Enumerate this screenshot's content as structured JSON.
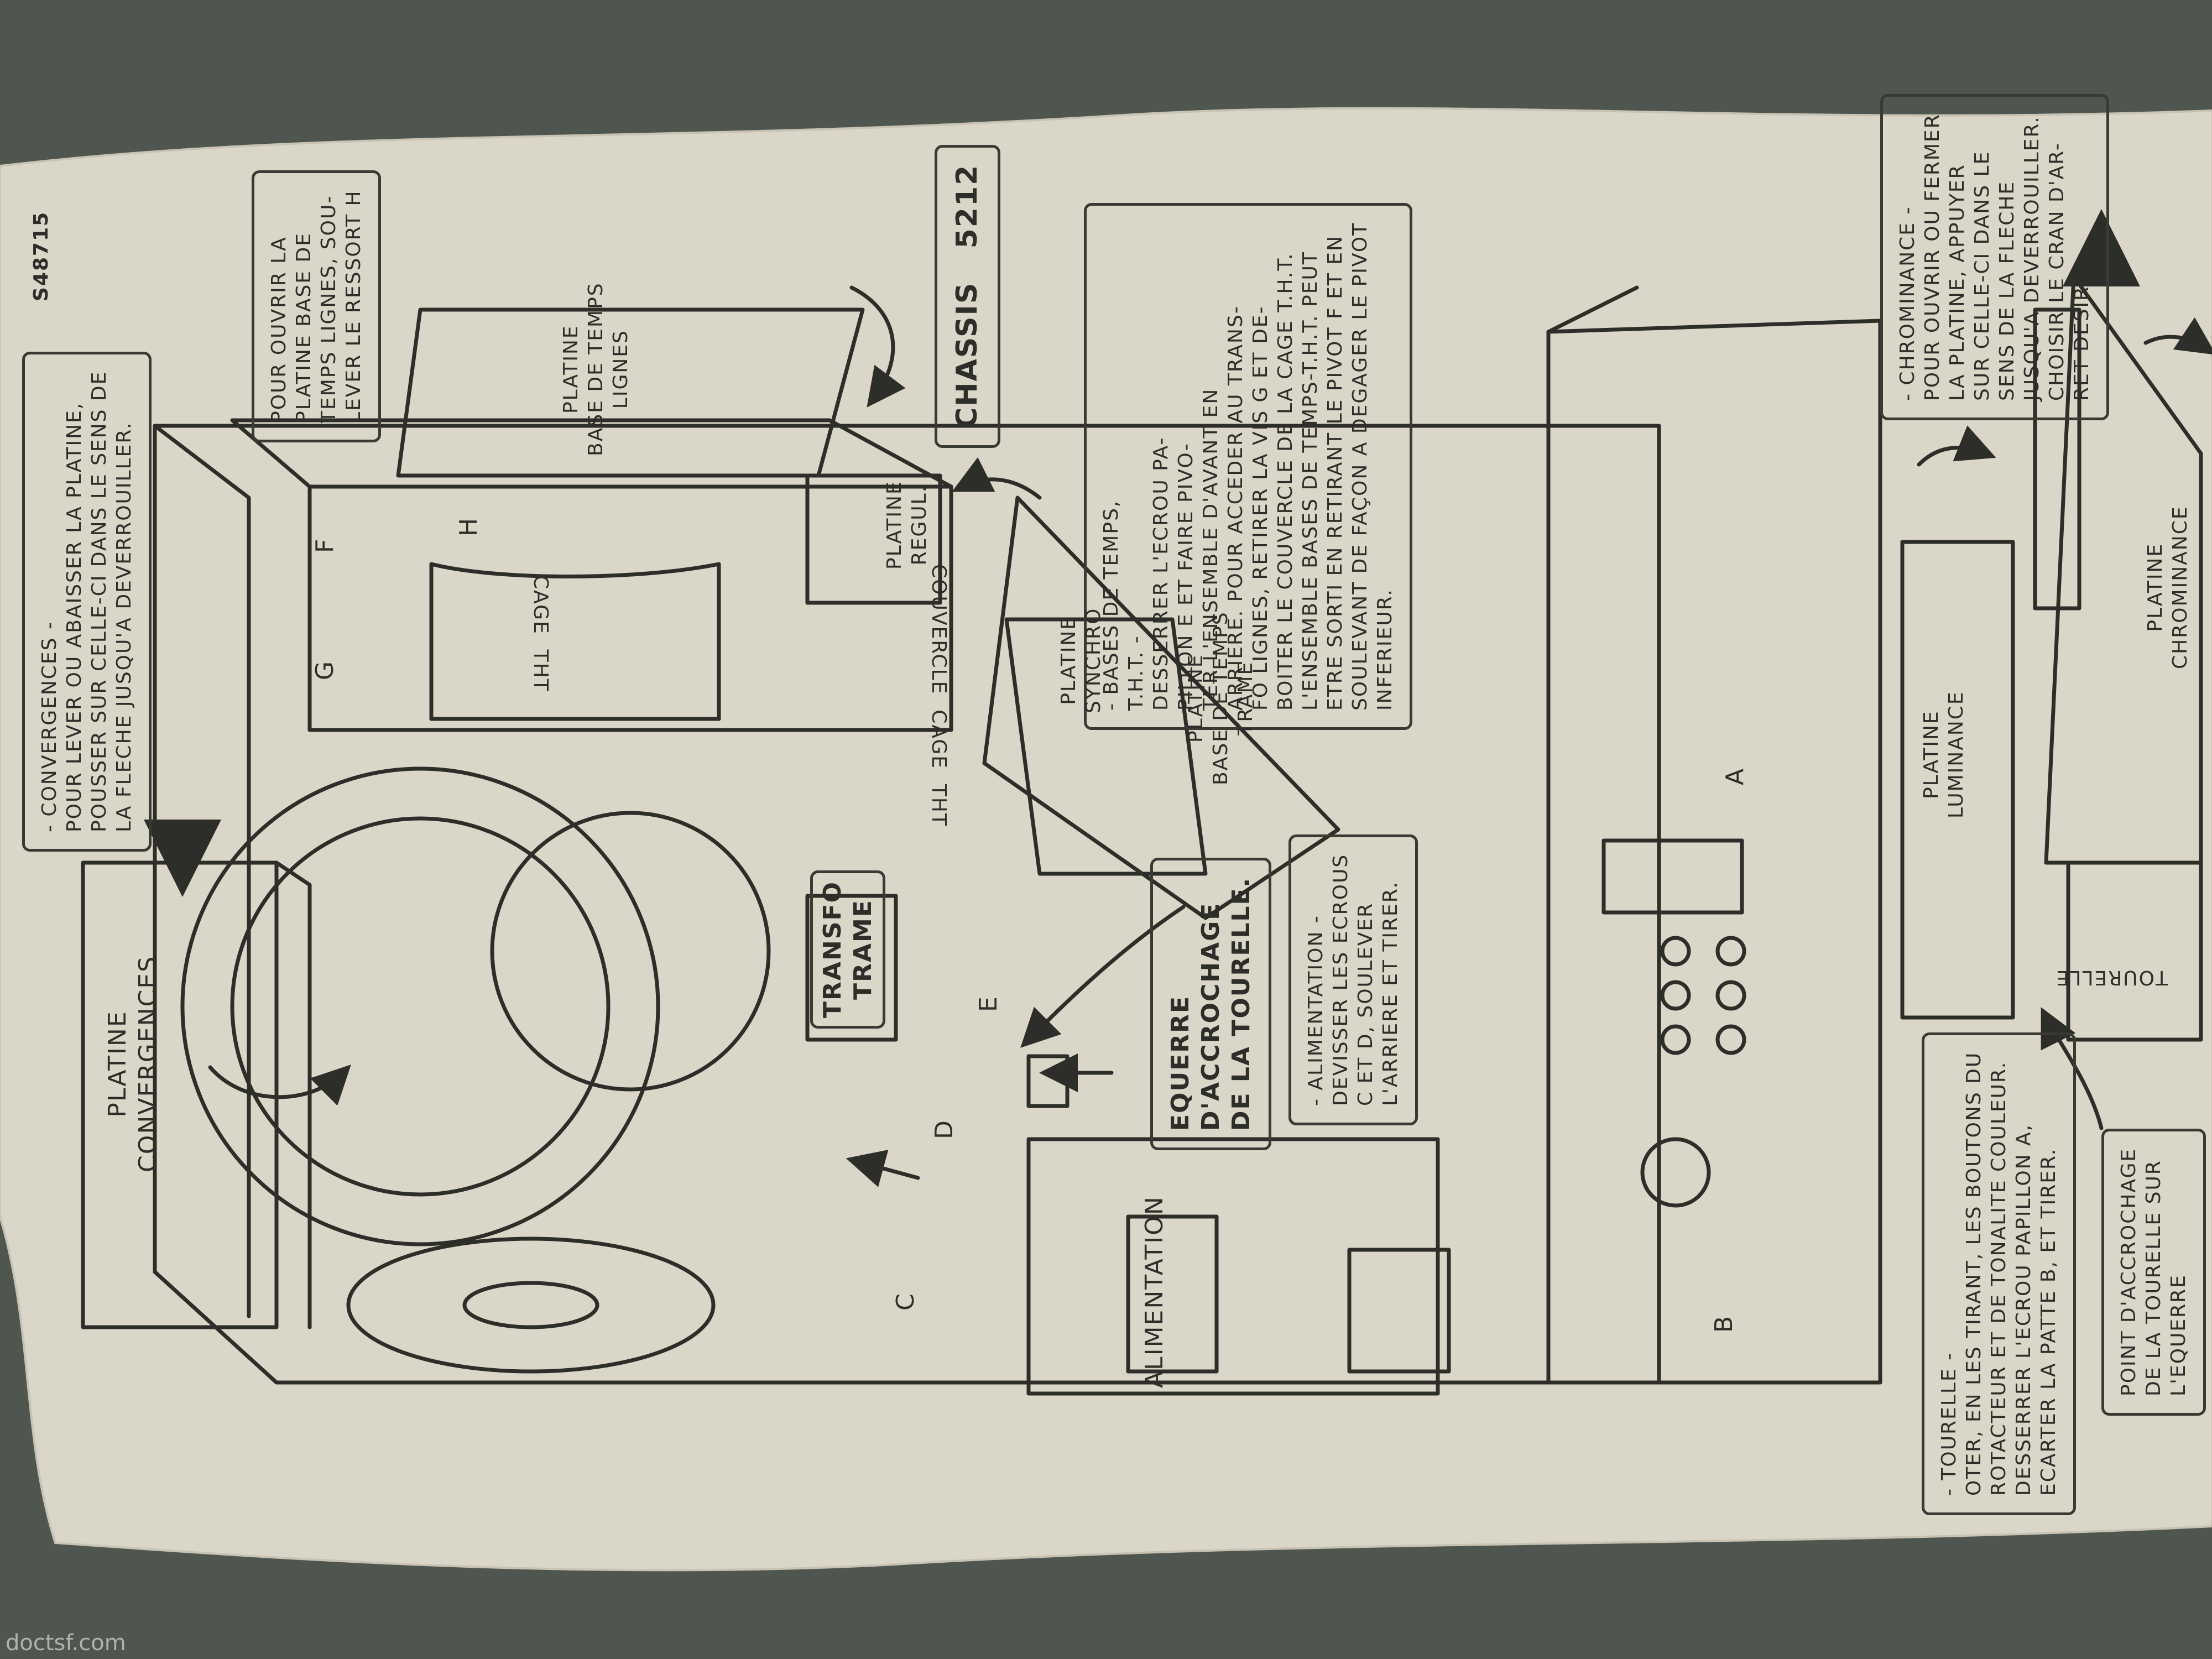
{
  "document": {
    "code": "S48715",
    "chassis": "CHASSIS   5212",
    "watermark": "doctsf.com",
    "callouts": {
      "convergences": "- CONVERGENCES -\nPOUR LEVER OU ABAISSER LA PLATINE,\nPOUSSER SUR CELLE-CI DANS LE SENS DE\nLA FLECHE JUSQU'A DEVERROUILLER.",
      "base_lignes": "POUR OUVRIR LA\nPLATINE BASE DE\nTEMPS LIGNES, SOU-\nLEVER LE RESSORT H",
      "bases_temps": "- BASES DE TEMPS,\nT.H.T. -\nDESSERRER L'ECROU PA-\nPILLON E ET FAIRE PIVO-\nTER L'ENSEMBLE D'AVANT EN\nARRIERE. POUR ACCEDER AU TRANS-\nFO LIGNES, RETIRER LA VIS G ET DE-\nBOITER LE COUVERCLE DE LA CAGE T.H.T.\nL'ENSEMBLE BASES DE TEMPS-T.H.T. PEUT\nETRE SORTI EN RETIRANT LE PIVOT F ET EN\nSOULEVANT DE FAÇON A DEGAGER LE PIVOT\nINFERIEUR.",
      "alimentation": "- ALIMENTATION -\nDEVISSER LES ECROUS\nC ET D, SOULEVER\nL'ARRIERE ET TIRER.",
      "equerre": "EQUERRE\nD'ACCROCHAGE\nDE LA TOURELLE.",
      "tourelle": "- TOURELLE -\nOTER, EN LES TIRANT, LES BOUTONS DU\nROTACTEUR ET DE TONALITE COULEUR.\nDESSERRER L'ECROU PAPILLON A,\nECARTER LA PATTE B, ET TIRER.",
      "point_accrochage": "POINT D'ACCROCHAGE\nDE LA TOURELLE SUR\nL'EQUERRE",
      "chrominance": "- CHROMINANCE -\nPOUR OUVRIR OU FERMER\nLA PLATINE, APPUYER\nSUR CELLE-CI DANS LE\nSENS DE LA FLECHE\nJUSQU'A DEVERROUILLER.\nCHOISIR LE CRAN D'AR-\nRET DESIRE."
    },
    "parts": {
      "platine_convergences": "PLATINE\nCONVERGENCES",
      "platine_base_lignes": "PLATINE\nBASE DE TEMPS\nLIGNES",
      "cage_tht": "CAGE  THT",
      "couvercle_cage_tht": "COUVERCLE  CAGE  THT",
      "platine_regul": "PLATINE\nREGUL.",
      "platine_synchro": "PLATINE\nSYNCHRO",
      "platine_base_trame": "PLATINE\nBASE DE TEMPS\nTRAME",
      "transfo_trame": "TRANSFO\nTRAME",
      "alimentation": "ALIMENTATION",
      "platine_luminance": "PLATINE\nLUMINANCE",
      "tourelle": "TOURELLE",
      "platine_chrominance": "PLATINE\nCHROMINANCE"
    },
    "letters": {
      "a": "A",
      "b": "B",
      "c": "C",
      "d": "D",
      "e": "E",
      "f": "F",
      "g": "G",
      "h": "H"
    }
  },
  "colors": {
    "paper": "#dad6c8",
    "ink": "#2d2d29",
    "frame": "#4f5650"
  }
}
